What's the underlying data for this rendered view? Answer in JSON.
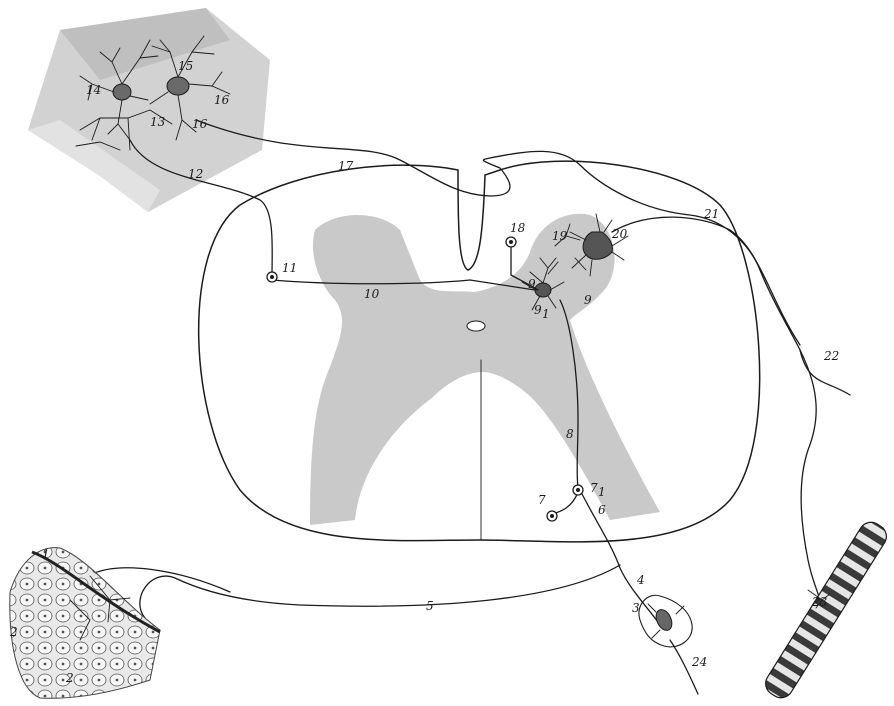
{
  "labels": {
    "l1": "1",
    "l2a": "2",
    "l2b": "2",
    "l3": "3",
    "l4": "4",
    "l5": "5",
    "l6": "6",
    "l7": "7",
    "l7_1": "7",
    "l7_1_sub": "1",
    "l8": "8",
    "l9": "9",
    "l9b": "9",
    "l9_1": "9",
    "l9_1_sub": "1",
    "l10": "10",
    "l11": "11",
    "l12": "12",
    "l13": "13",
    "l14": "14",
    "l15": "15",
    "l16a": "16",
    "l16b": "16",
    "l17": "17",
    "l18": "18",
    "l19": "19",
    "l20": "20",
    "l21": "21",
    "l22": "22",
    "l23": "23",
    "l24": "24"
  },
  "colors": {
    "grey_matter": "#c9c9c9",
    "line": "#1b1b1b",
    "cortex": "#bdbdbd",
    "muscle_dark": "#3a3a3a",
    "muscle_light": "#e6e6e6"
  }
}
